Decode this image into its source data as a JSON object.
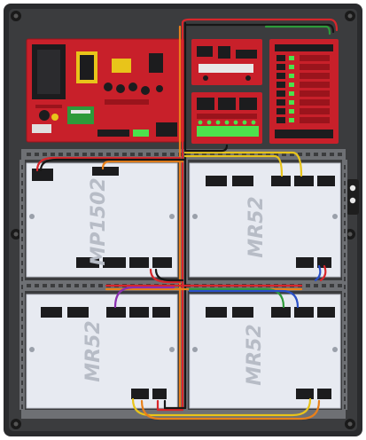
{
  "enclosure": {
    "panel_color": "#3b3c3e",
    "frame_color": "#2a2b2d",
    "rail_color": "#7a7c80"
  },
  "colors": {
    "pcb_red": "#c8202a",
    "pcb_dark": "#9a141c",
    "controller_board": "#e7eaf1",
    "terminal_black": "#1c1c1e",
    "wire_red": "#d8262b",
    "wire_black": "#161616",
    "wire_yellow": "#e8c41a",
    "wire_orange": "#e8801a",
    "wire_purple": "#8a2fb0",
    "wire_green": "#2e9a3a",
    "wire_blue": "#2a50c8",
    "led_green": "#4ce24c"
  },
  "icons": {
    "mounting_hole": "mounting-hole-icon",
    "lock": "lock-icon",
    "transformer": "transformer-icon"
  },
  "boards": {
    "top_left_controller": "MP1502",
    "top_right_controller": "MR52",
    "bottom_left_controller": "MR52",
    "bottom_right_controller": "MR52"
  }
}
